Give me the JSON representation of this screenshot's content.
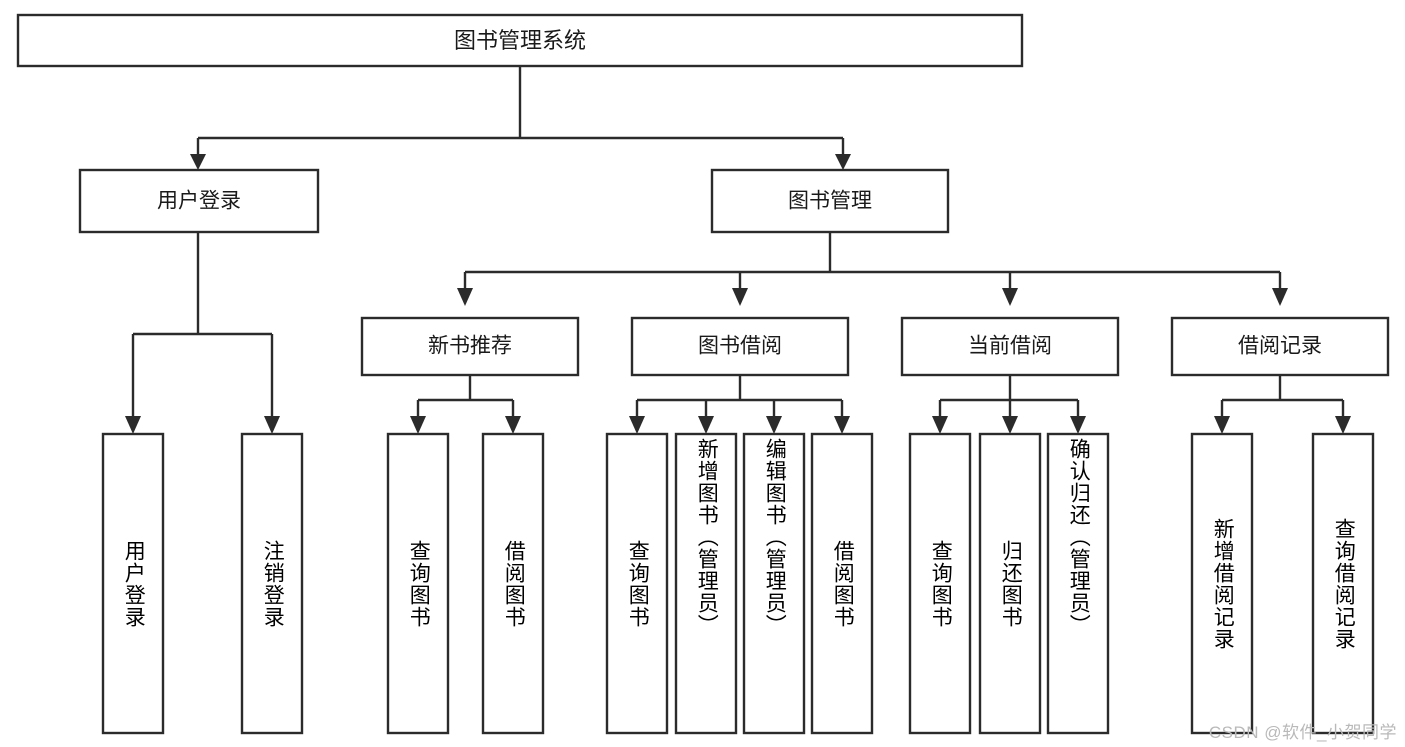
{
  "diagram": {
    "type": "tree",
    "title": "图书管理系统",
    "root": {
      "id": "root",
      "label": "图书管理系统",
      "orientation": "horizontal"
    },
    "level1": [
      {
        "id": "user-login",
        "label": "用户登录",
        "orientation": "horizontal"
      },
      {
        "id": "book-manage",
        "label": "图书管理",
        "orientation": "horizontal"
      }
    ],
    "level2": [
      {
        "id": "new-book-recommend",
        "label": "新书推荐",
        "parent": "book-manage",
        "orientation": "horizontal"
      },
      {
        "id": "book-borrow",
        "label": "图书借阅",
        "parent": "book-manage",
        "orientation": "horizontal"
      },
      {
        "id": "current-borrow",
        "label": "当前借阅",
        "parent": "book-manage",
        "orientation": "horizontal"
      },
      {
        "id": "borrow-record",
        "label": "借阅记录",
        "parent": "book-manage",
        "orientation": "horizontal"
      }
    ],
    "leaves": [
      {
        "id": "leaf-user-login",
        "label": "用户登录",
        "parent": "user-login",
        "orientation": "vertical",
        "align": "center"
      },
      {
        "id": "leaf-user-logout",
        "label": "注销登录",
        "parent": "user-login",
        "orientation": "vertical",
        "align": "center"
      },
      {
        "id": "leaf-query-book-1",
        "label": "查询图书",
        "parent": "new-book-recommend",
        "orientation": "vertical",
        "align": "center"
      },
      {
        "id": "leaf-borrow-book-1",
        "label": "借阅图书",
        "parent": "new-book-recommend",
        "orientation": "vertical",
        "align": "center"
      },
      {
        "id": "leaf-query-book-2",
        "label": "查询图书",
        "parent": "book-borrow",
        "orientation": "vertical",
        "align": "center"
      },
      {
        "id": "leaf-add-book",
        "label": "新增图书（管理员）",
        "parent": "book-borrow",
        "orientation": "vertical",
        "align": "top"
      },
      {
        "id": "leaf-edit-book",
        "label": "编辑图书（管理员）",
        "parent": "book-borrow",
        "orientation": "vertical",
        "align": "top"
      },
      {
        "id": "leaf-borrow-book-2",
        "label": "借阅图书",
        "parent": "book-borrow",
        "orientation": "vertical",
        "align": "center"
      },
      {
        "id": "leaf-query-book-3",
        "label": "查询图书",
        "parent": "current-borrow",
        "orientation": "vertical",
        "align": "center"
      },
      {
        "id": "leaf-return-book",
        "label": "归还图书",
        "parent": "current-borrow",
        "orientation": "vertical",
        "align": "center"
      },
      {
        "id": "leaf-confirm-return",
        "label": "确认归还（管理员）",
        "parent": "current-borrow",
        "orientation": "vertical",
        "align": "top"
      },
      {
        "id": "leaf-add-record",
        "label": "新增借阅记录",
        "parent": "borrow-record",
        "orientation": "vertical",
        "align": "center"
      },
      {
        "id": "leaf-query-record",
        "label": "查询借阅记录",
        "parent": "borrow-record",
        "orientation": "vertical",
        "align": "center"
      }
    ],
    "colors": {
      "stroke": "#2b2b2b",
      "box_fill": "#ffffff",
      "text": "#1a1a1a",
      "background": "#ffffff",
      "watermark": "#b9b9b9"
    }
  },
  "watermark": {
    "text": "CSDN @软件_小贺同学"
  }
}
